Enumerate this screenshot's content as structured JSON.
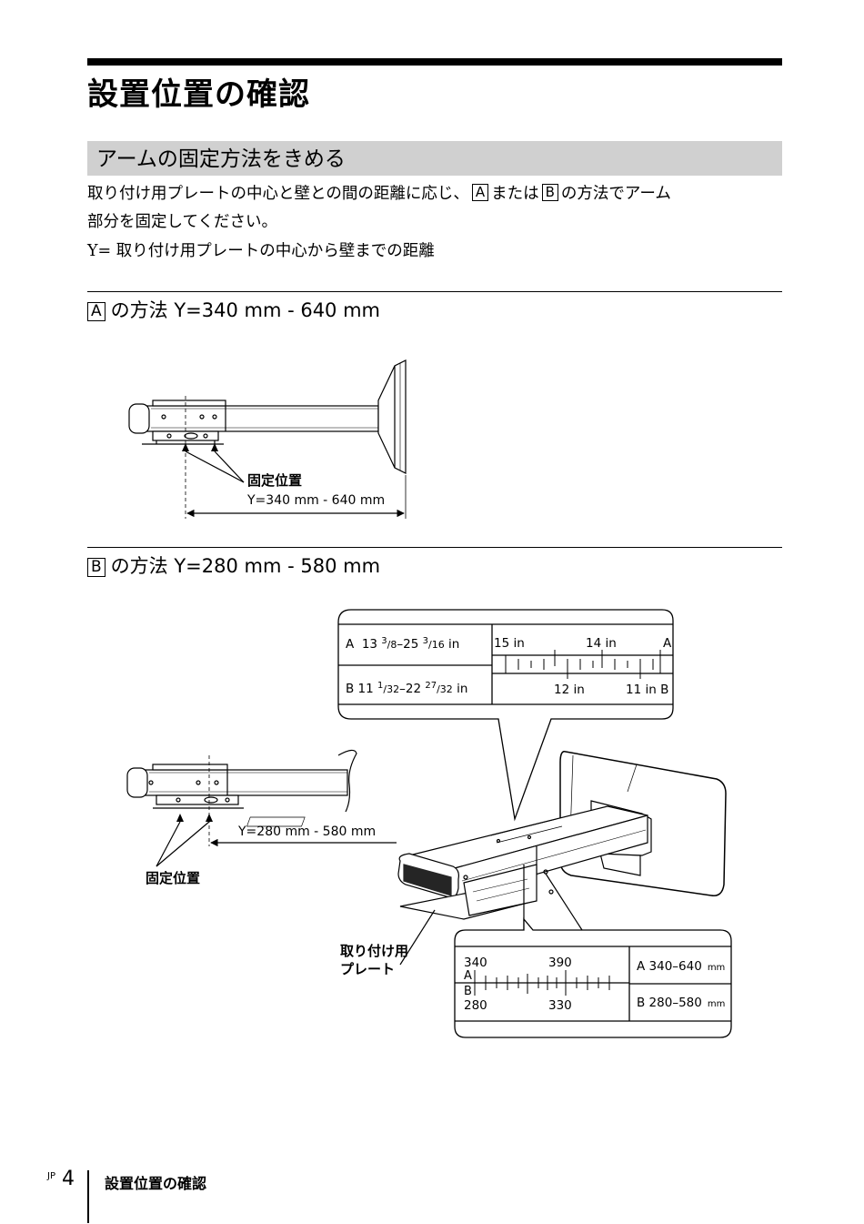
{
  "page": {
    "title": "設置位置の確認",
    "section_heading": "アームの固定方法をきめる",
    "intro_line1_pre": "取り付け用プレートの中心と壁との間の距離に応じ、",
    "intro_box_a": "A",
    "intro_mid": "または",
    "intro_box_b": "B",
    "intro_line1_post": "の方法でアーム",
    "intro_line2": "部分を固定してください。",
    "intro_line3": "Y= 取り付け用プレートの中心から壁までの距離"
  },
  "method_a": {
    "box": "A",
    "heading": "の方法 Y=340 mm - 640 mm",
    "fix_label": "固定位置",
    "range_label": "Y=340 mm - 640 mm"
  },
  "method_b": {
    "box": "B",
    "heading": "の方法 Y=280 mm - 580 mm",
    "range_label": "Y=280 mm - 580 mm",
    "fix_label": "固定位置",
    "plate_label_1": "取り付け用",
    "plate_label_2": "プレート",
    "inch_callout": {
      "row_a_prefix": "A  13 ",
      "row_a_f1_num": "3",
      "row_a_f1_den": "/8",
      "row_a_mid": "–25 ",
      "row_a_f2_num": "3",
      "row_a_f2_den": "/16",
      "row_a_unit": " in",
      "row_b_prefix": "B  11 ",
      "row_b_f1_num": "1",
      "row_b_f1_den": "/32",
      "row_b_mid": "–22 ",
      "row_b_f2_num": "27",
      "row_b_f2_den": "/32",
      "row_b_unit": " in",
      "scale_top_left": "15 in",
      "scale_top_mid": "14 in",
      "scale_top_right": "A",
      "scale_bot_mid": "12 in",
      "scale_bot_right": "11 in B"
    },
    "mm_callout": {
      "top_left": "340",
      "top_mid": "390",
      "mark_a": "A",
      "mark_b": "B",
      "bot_left": "280",
      "bot_mid": "330",
      "row_a": "A  340–640",
      "row_b": "B  280–580",
      "unit": "mm"
    }
  },
  "footer": {
    "jp": "JP",
    "page_number": "4",
    "title": "設置位置の確認"
  }
}
